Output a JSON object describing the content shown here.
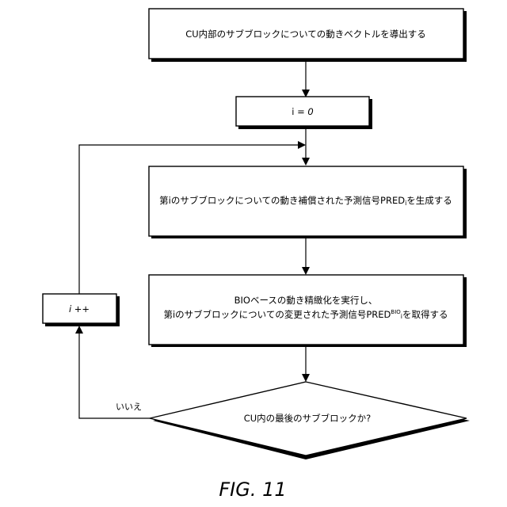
{
  "diagram": {
    "box_derive": "CU内部のサブブロックについての動きベクトルを導出する",
    "box_init_i": "i = ",
    "box_init_zero": "0",
    "box_generate_a": "第iのサブブロックについての動き補償された予測信号PRED",
    "box_generate_sub": "i",
    "box_generate_b": "を生成する",
    "box_bio_line1": "BIOベースの動き精緻化を実行し、",
    "box_bio_line2a": "第iのサブブロックについての変更された予測信号PRED",
    "box_bio_sup": "BIO",
    "box_bio_sub": "i",
    "box_bio_line2b": "を取得する",
    "decision": "CU内の最後のサブブロックか?",
    "box_increment": "i ++",
    "label_no": "いいえ",
    "caption": "FIG. 11"
  }
}
